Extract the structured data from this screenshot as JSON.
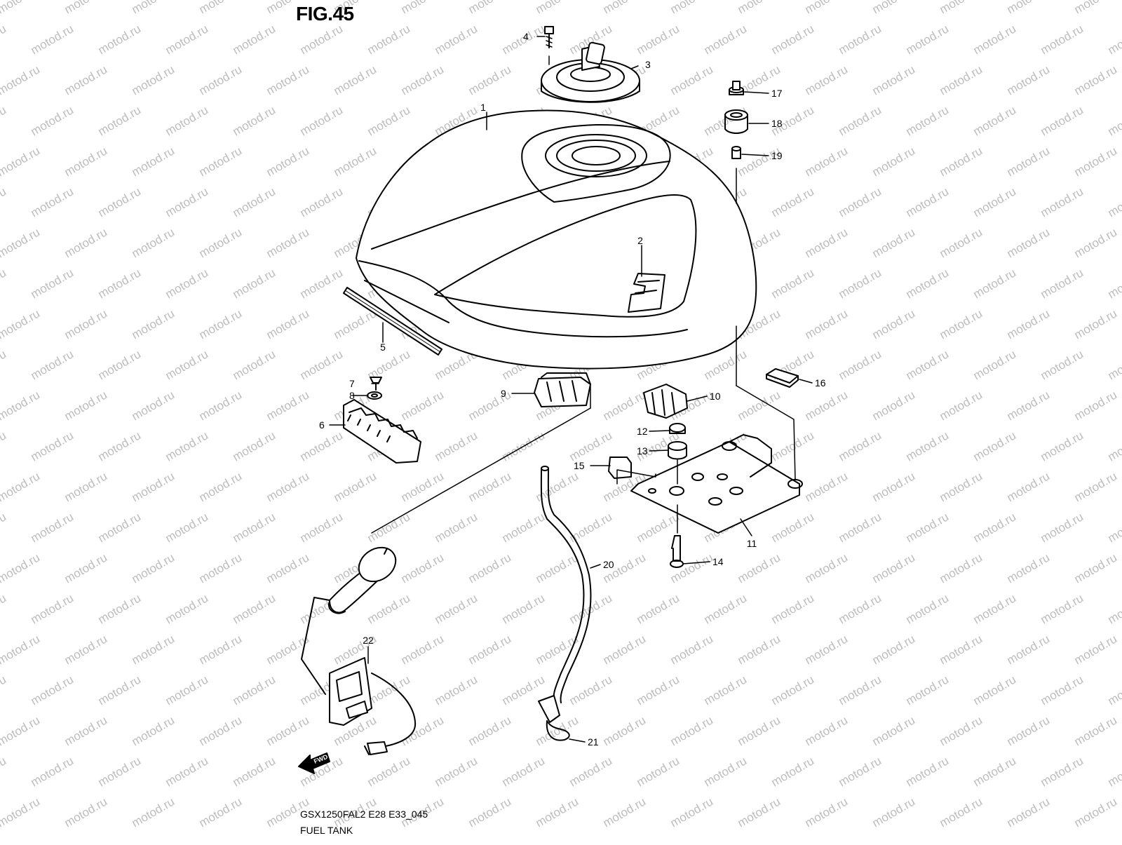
{
  "figure": {
    "title": "FIG.45",
    "model_code": "GSX1250FAL2 E28 E33_045",
    "name": "FUEL TANK"
  },
  "watermark": {
    "text": "motod.ru",
    "color": "#bdbdbd"
  },
  "fwd_label": "FWD",
  "callouts": [
    {
      "id": "1",
      "part": "fuel-tank"
    },
    {
      "id": "2",
      "part": "emblem"
    },
    {
      "id": "3",
      "part": "fuel-cap"
    },
    {
      "id": "4",
      "part": "cap-bolt"
    },
    {
      "id": "5",
      "part": "seal-strip"
    },
    {
      "id": "6",
      "part": "cushion-rail"
    },
    {
      "id": "7",
      "part": "screw"
    },
    {
      "id": "8",
      "part": "washer"
    },
    {
      "id": "9",
      "part": "cushion-block"
    },
    {
      "id": "10",
      "part": "cushion-block-2"
    },
    {
      "id": "11",
      "part": "bracket-plate"
    },
    {
      "id": "12",
      "part": "bolt"
    },
    {
      "id": "13",
      "part": "bushing"
    },
    {
      "id": "14",
      "part": "bolt-2"
    },
    {
      "id": "15",
      "part": "rubber-cap"
    },
    {
      "id": "16",
      "part": "pad"
    },
    {
      "id": "17",
      "part": "tank-bolt"
    },
    {
      "id": "18",
      "part": "cushion"
    },
    {
      "id": "19",
      "part": "collar"
    },
    {
      "id": "20",
      "part": "breather-hose"
    },
    {
      "id": "21",
      "part": "hose-clamp"
    },
    {
      "id": "22",
      "part": "fuel-level-gauge"
    }
  ]
}
